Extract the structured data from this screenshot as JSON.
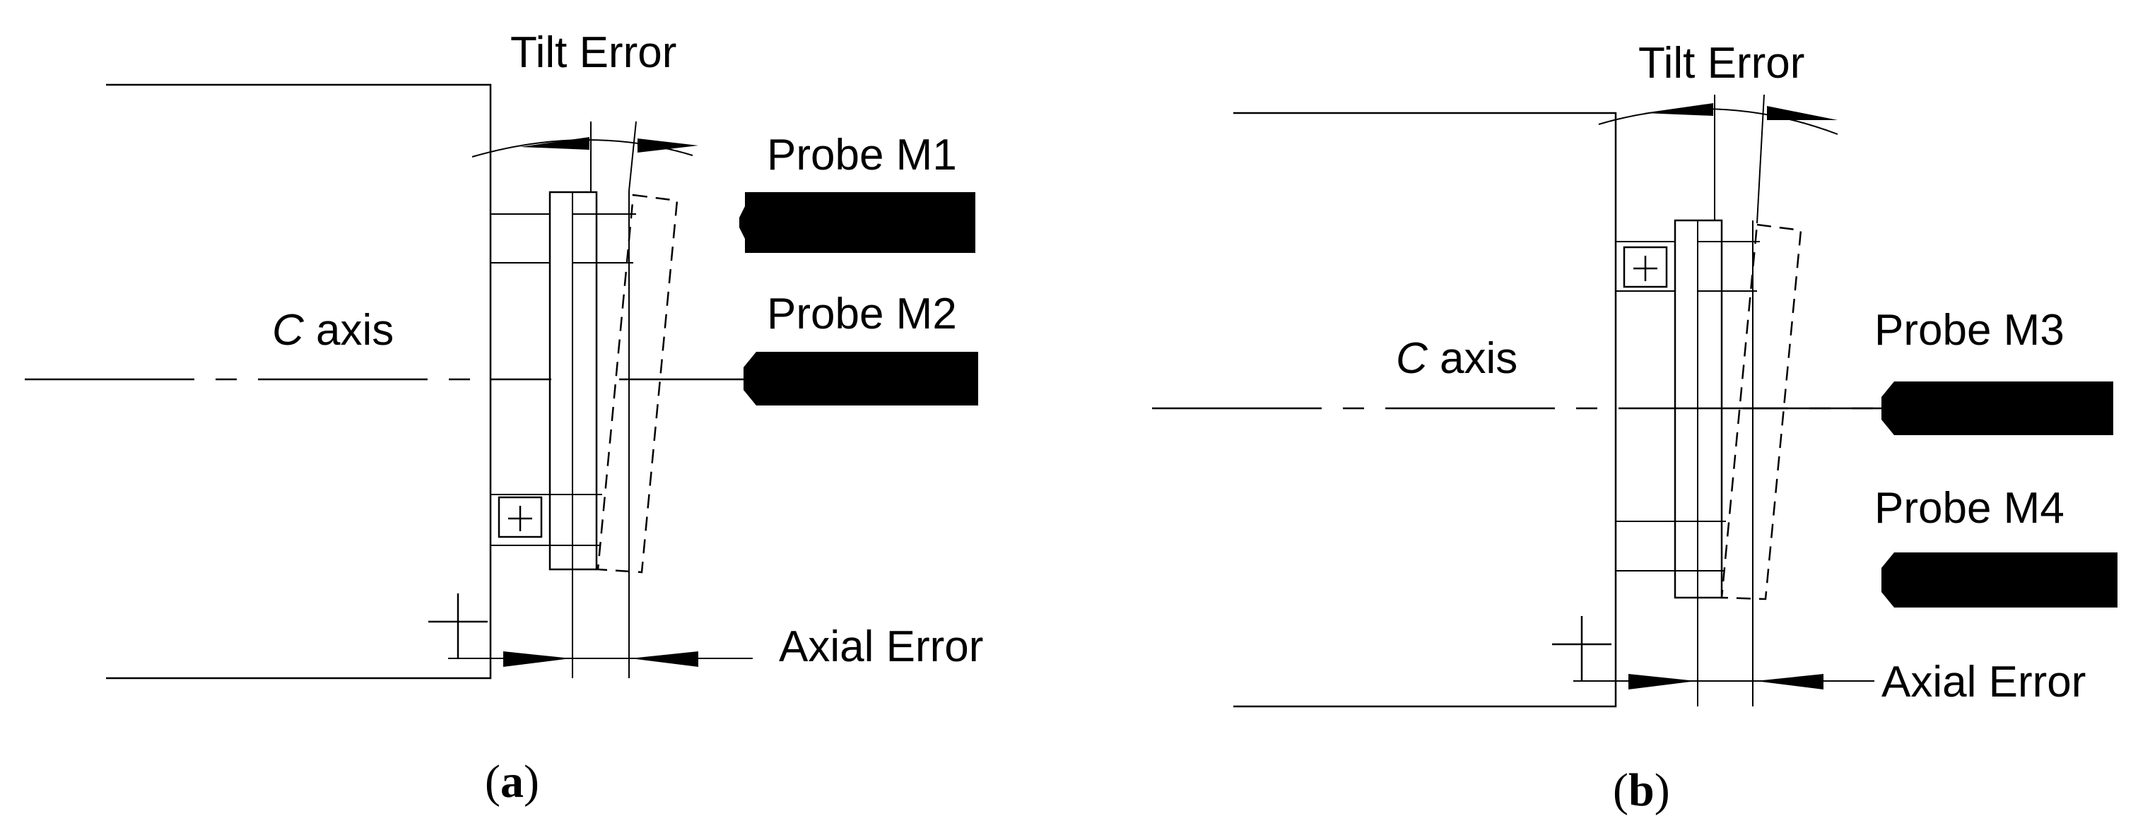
{
  "panels": [
    {
      "id": "a",
      "labels": {
        "tilt": "Tilt Error",
        "probe_top": "Probe M1",
        "probe_bottom": "Probe M2",
        "axis_letter": "C",
        "axis_word": " axis",
        "axial": "Axial Error",
        "caption_open": "(",
        "caption_letter": "a",
        "caption_close": ")"
      }
    },
    {
      "id": "b",
      "labels": {
        "tilt": "Tilt Error",
        "probe_top": "Probe M3",
        "probe_bottom": "Probe M4",
        "axis_letter": "C",
        "axis_word": " axis",
        "axial": "Axial Error",
        "caption_open": "(",
        "caption_letter": "b",
        "caption_close": ")"
      }
    }
  ]
}
